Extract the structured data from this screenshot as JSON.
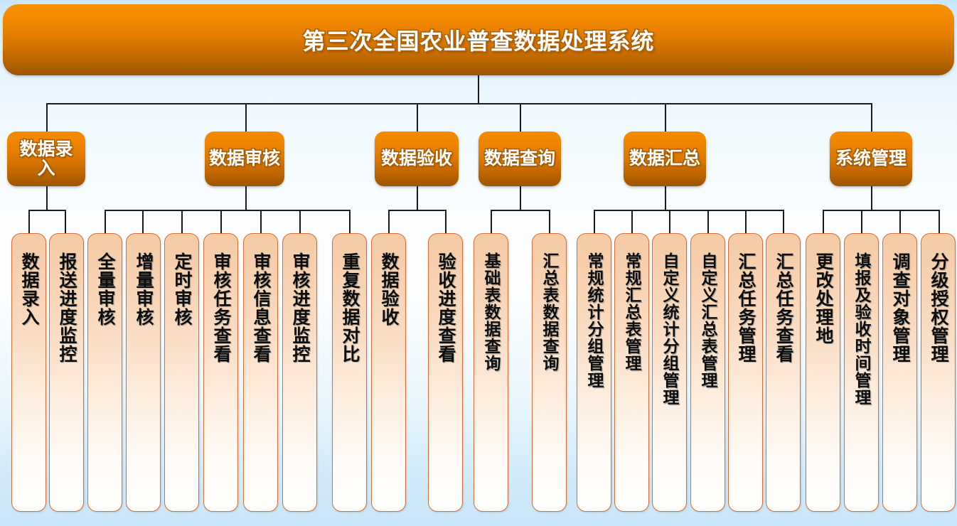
{
  "header": {
    "title": "第三次全国农业普查数据处理系统"
  },
  "colors": {
    "header_top": "#f79200",
    "header_bottom": "#9e5400",
    "category_top": "#f58b00",
    "category_bottom": "#a05500",
    "leaf_top": "#f6cba6",
    "leaf_bottom": "#fffefc",
    "leaf_border": "#d2703a",
    "background_top": "#c9e6fa",
    "background_mid": "#fbfdff",
    "connector": "#1a1a1a"
  },
  "categories": [
    {
      "label": "数据录入"
    },
    {
      "label": "数据审核"
    },
    {
      "label": "数据验收"
    },
    {
      "label": "数据查询"
    },
    {
      "label": "数据汇总"
    },
    {
      "label": "系统管理"
    }
  ],
  "leaves": [
    {
      "label": "数据录入",
      "parent": "数据录入"
    },
    {
      "label": "报送进度监控",
      "parent": "数据录入"
    },
    {
      "label": "全量审核",
      "parent": "数据审核"
    },
    {
      "label": "增量审核",
      "parent": "数据审核"
    },
    {
      "label": "定时审核",
      "parent": "数据审核"
    },
    {
      "label": "审核任务查看",
      "parent": "数据审核"
    },
    {
      "label": "审核信息查看",
      "parent": "数据审核"
    },
    {
      "label": "审核进度监控",
      "parent": "数据审核"
    },
    {
      "label": "重复数据对比",
      "parent": "数据审核"
    },
    {
      "label": "数据验收",
      "parent": "数据验收"
    },
    {
      "label": "验收进度查看",
      "parent": "数据验收"
    },
    {
      "label": "基础表数据查询",
      "parent": "数据查询"
    },
    {
      "label": "汇总表数据查询",
      "parent": "数据查询"
    },
    {
      "label": "常规统计分组管理",
      "parent": "数据汇总"
    },
    {
      "label": "常规汇总表管理",
      "parent": "数据汇总"
    },
    {
      "label": "自定义统计分组管理",
      "parent": "数据汇总"
    },
    {
      "label": "自定义汇总表管理",
      "parent": "数据汇总"
    },
    {
      "label": "汇总任务管理",
      "parent": "数据汇总"
    },
    {
      "label": "汇总任务查看",
      "parent": "数据汇总"
    },
    {
      "label": "更改处理地",
      "parent": "系统管理"
    },
    {
      "label": "填报及验收时间管理",
      "parent": "系统管理"
    },
    {
      "label": "调查对象管理",
      "parent": "系统管理"
    },
    {
      "label": "分级授权管理",
      "parent": "系统管理"
    }
  ]
}
